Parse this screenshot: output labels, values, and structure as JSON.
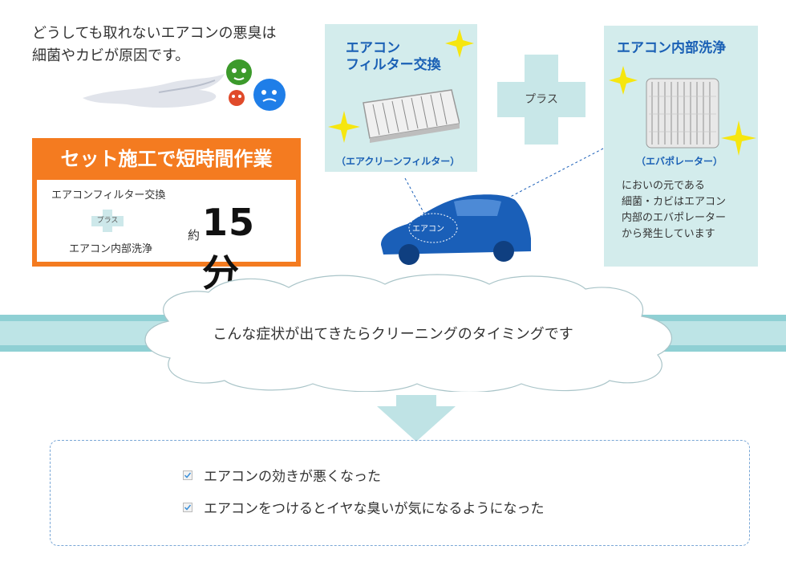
{
  "intro": {
    "line1": "どうしても取れないエアコンの悪臭は",
    "line2": "細菌やカビが原因です。"
  },
  "set_box": {
    "title": "セット施工で短時間作業",
    "item1": "エアコンフィルター交換",
    "plus_label": "プラス",
    "item2": "エアコン内部洗浄",
    "approx": "約",
    "time": "15 分",
    "accent_color": "#f47b20"
  },
  "filter_panel": {
    "title_line1": "エアコン",
    "title_line2": "フィルター交換",
    "caption": "（エアクリーンフィルター）"
  },
  "plus": {
    "label": "プラス"
  },
  "evap_panel": {
    "title": "エアコン内部洗浄",
    "caption": "（エバポレーター）",
    "desc": [
      "においの元である",
      "細菌・カビはエアコン",
      "内部のエバポレーター",
      "から発生しています"
    ]
  },
  "car": {
    "label": "エアコン",
    "color": "#1a5fb8"
  },
  "cloud": {
    "text": "こんな症状が出てきたらクリーニングのタイミングです"
  },
  "checklist": {
    "items": [
      "エアコンの効きが悪くなった",
      "エアコンをつけるとイヤな臭いが気になるようになった"
    ]
  },
  "icons": {
    "germ": "germ-icon",
    "sparkle": "sparkle-icon",
    "check": "checkbox-icon",
    "arrow": "down-arrow-icon"
  }
}
